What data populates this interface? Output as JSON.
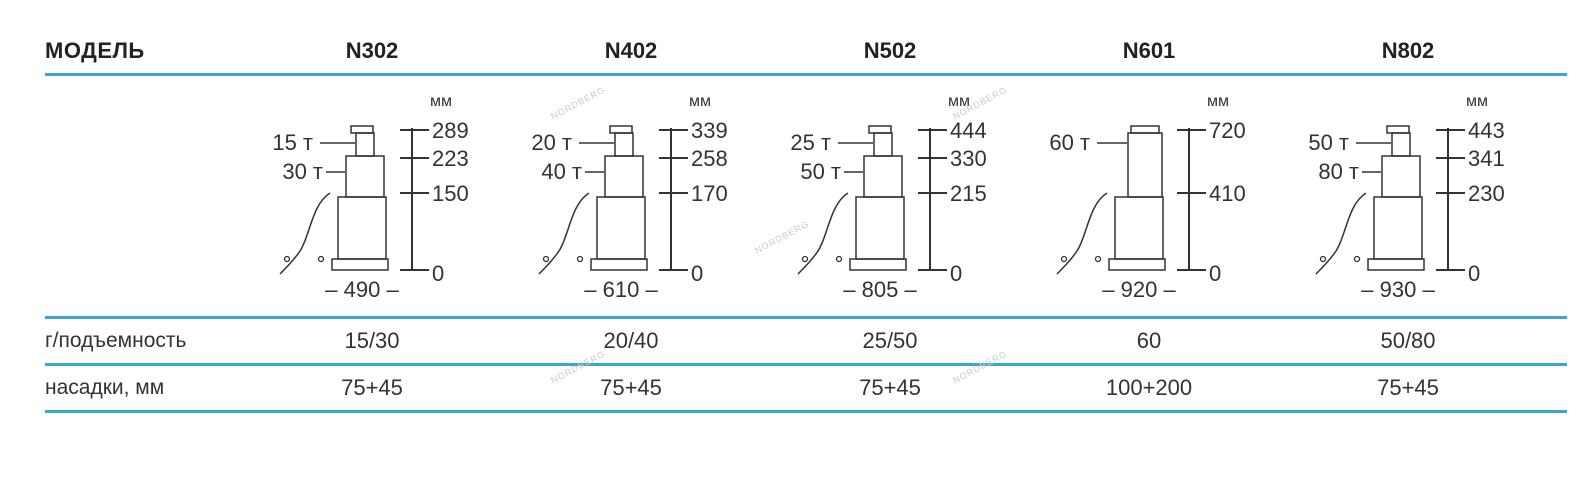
{
  "header": {
    "label": "МОДЕЛЬ"
  },
  "unit_label": "мм",
  "rows": {
    "capacity_label": "г/подъемность",
    "nozzles_label": "насадки, мм"
  },
  "watermark": "NORDBERG",
  "models": [
    {
      "name": "N302",
      "load_top": "15 т",
      "load_bottom": "30 т",
      "heights": [
        "289",
        "223",
        "150",
        "0"
      ],
      "width": "– 490 –",
      "capacity": "15/30",
      "nozzles": "75+45"
    },
    {
      "name": "N402",
      "load_top": "20 т",
      "load_bottom": "40 т",
      "heights": [
        "339",
        "258",
        "170",
        "0"
      ],
      "width": "– 610 –",
      "capacity": "20/40",
      "nozzles": "75+45"
    },
    {
      "name": "N502",
      "load_top": "25 т",
      "load_bottom": "50 т",
      "heights": [
        "444",
        "330",
        "215",
        "0"
      ],
      "width": "– 805 –",
      "capacity": "25/50",
      "nozzles": "75+45"
    },
    {
      "name": "N601",
      "load_top": "60 т",
      "heights": [
        "720",
        "410",
        "0"
      ],
      "width": "– 920 –",
      "capacity": "60",
      "nozzles": "100+200"
    },
    {
      "name": "N802",
      "load_top": "50 т",
      "load_bottom": "80 т",
      "heights": [
        "443",
        "341",
        "230",
        "0"
      ],
      "width": "– 930 –",
      "capacity": "50/80",
      "nozzles": "75+45"
    }
  ]
}
